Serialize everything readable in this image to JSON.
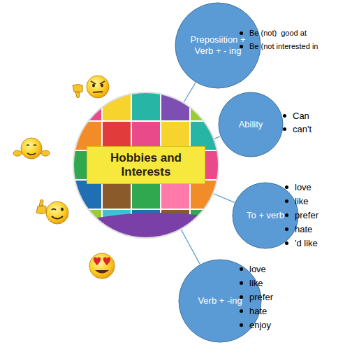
{
  "diagram": {
    "nodes": [
      {
        "text": [
          "Hobbies and Interests"
        ]
      },
      {
        "text": [
          "Preposiition + Verb + - ing"
        ]
      },
      {
        "text": [
          "Ability"
        ]
      },
      {
        "text": [
          "To + verb"
        ]
      },
      {
        "text": [
          "Verb + -ing"
        ]
      }
    ],
    "edges": [
      {
        "from": 0,
        "to": 1,
        "arrow": "none"
      },
      {
        "from": 0,
        "to": 2,
        "arrow": "none"
      },
      {
        "from": 0,
        "to": 3,
        "arrow": "none"
      },
      {
        "from": 0,
        "to": 4,
        "arrow": "none"
      }
    ],
    "labels": [
      "Be (not)  good at",
      "Be (not interested in",
      "Can",
      "can't",
      "love",
      "like",
      "prefer",
      "hate",
      "'d like",
      "love",
      "like",
      "prefer",
      "hate",
      "enjoy"
    ]
  }
}
